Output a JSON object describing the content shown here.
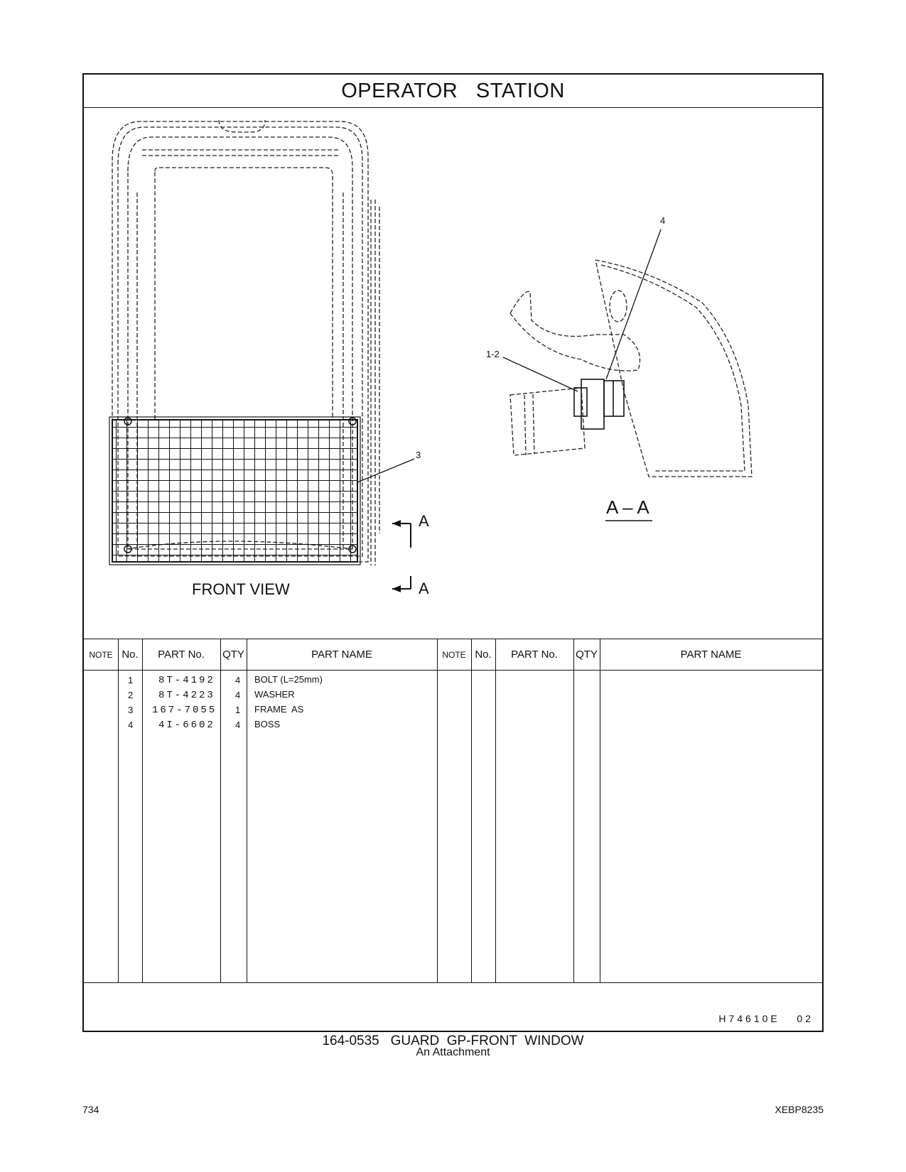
{
  "header": {
    "title": "OPERATOR   STATION"
  },
  "drawing": {
    "front_view_label": "FRONT VIEW",
    "section_label": "A – A",
    "section_mark_top": "A",
    "section_mark_bottom": "A",
    "callouts": {
      "c4": "4",
      "c12": "1-2",
      "c3": "3"
    }
  },
  "table": {
    "headers": {
      "note": "NOTE",
      "no": "No.",
      "part_no": "PART No.",
      "qty": "QTY",
      "part_name": "PART NAME"
    },
    "rows": [
      {
        "no": "1",
        "part_no": "8T-4192",
        "qty": "4",
        "part_name": "BOLT (L=25mm)"
      },
      {
        "no": "2",
        "part_no": "8T-4223",
        "qty": "4",
        "part_name": "WASHER"
      },
      {
        "no": "3",
        "part_no": "167-7055",
        "qty": "1",
        "part_name": "FRAME  AS"
      },
      {
        "no": "4",
        "part_no": "4I-6602",
        "qty": "4",
        "part_name": "BOSS"
      }
    ]
  },
  "drawing_code": "H74610E   02",
  "caption": {
    "main": "164-0535   GUARD  GP-FRONT  WINDOW",
    "sub": "An Attachment"
  },
  "page": {
    "number": "734",
    "doc_id": "XEBP8235"
  }
}
